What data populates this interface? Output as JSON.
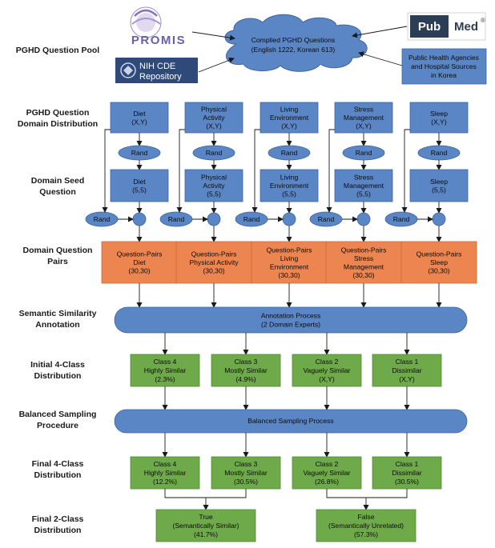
{
  "colors": {
    "blue": "#5b86c5",
    "blue_border": "#3d659e",
    "orange": "#ec8550",
    "orange_border": "#c9693a",
    "green": "#6faa4a",
    "green_border": "#4f8a33",
    "line": "#1a1a1a"
  },
  "section_labels": [
    {
      "id": "pool",
      "lines": [
        "PGHD Question Pool"
      ]
    },
    {
      "id": "distribution",
      "lines": [
        "PGHD Question",
        "Domain Distribution"
      ]
    },
    {
      "id": "seed",
      "lines": [
        "Domain Seed",
        "Question"
      ]
    },
    {
      "id": "pairs",
      "lines": [
        "Domain Question",
        "Pairs"
      ]
    },
    {
      "id": "annotation",
      "lines": [
        "Semantic Similarity",
        "Annotation"
      ]
    },
    {
      "id": "initial",
      "lines": [
        "Initial 4-Class",
        "Distribution"
      ]
    },
    {
      "id": "sampling",
      "lines": [
        "Balanced Sampling",
        "Procedure"
      ]
    },
    {
      "id": "final4",
      "lines": [
        "Final 4-Class",
        "Distribution"
      ]
    },
    {
      "id": "final2",
      "lines": [
        "Final 2-Class",
        "Distribution"
      ]
    }
  ],
  "sources": {
    "promis": "PROMIS",
    "nih_line1": "NIH CDE",
    "nih_line2": "Repository",
    "pubmed_left": "Pub",
    "pubmed_right": "Med",
    "registered": "®",
    "agencies": [
      "Public Health Agencies",
      "and Hospital Sources",
      "in Korea"
    ]
  },
  "cloud": [
    "Complied PGHD Questions",
    "(English 1222, Korean 613)"
  ],
  "rand_label": "Rand",
  "domains": [
    {
      "dist": [
        "Diet",
        "(X,Y)"
      ],
      "seed": [
        "Diet",
        "(5,5)"
      ],
      "pairs": [
        "Question-Pairs",
        "Diet",
        "(30,30)"
      ]
    },
    {
      "dist": [
        "Physical",
        "Activity",
        "(X,Y)"
      ],
      "seed": [
        "Physical",
        "Activity",
        "(5,5)"
      ],
      "pairs": [
        "Question-Pairs",
        "Physical Activity",
        "(30,30)"
      ]
    },
    {
      "dist": [
        "Living",
        "Environment",
        "(X,Y)"
      ],
      "seed": [
        "Living",
        "Environment",
        "(5,5)"
      ],
      "pairs": [
        "Question-Pairs",
        "Living",
        "Environment",
        "(30,30)"
      ]
    },
    {
      "dist": [
        "Stress",
        "Management",
        "(X,Y)"
      ],
      "seed": [
        "Stress",
        "Management",
        "(5,5)"
      ],
      "pairs": [
        "Question-Pairs",
        "Stress",
        "Management",
        "(30,30)"
      ]
    },
    {
      "dist": [
        "Sleep",
        "(X,Y)"
      ],
      "seed": [
        "Sleep",
        "(5,5)"
      ],
      "pairs": [
        "Question-Pairs",
        "Sleep",
        "(30,30)"
      ]
    }
  ],
  "annotation_process": [
    "Annotation Process",
    "(2 Domain Experts)"
  ],
  "initial_classes": [
    [
      "Class 4",
      "Highly Similar",
      "(2.3%)"
    ],
    [
      "Class 3",
      "Mostly Similar",
      "(4.9%)"
    ],
    [
      "Class 2",
      "Vaguely Similar",
      "(X,Y)"
    ],
    [
      "Class 1",
      "Dissimilar",
      "(X,Y)"
    ]
  ],
  "sampling_process": "Balanced Sampling Process",
  "final_classes": [
    [
      "Class 4",
      "Highly Similar",
      "(12.2%)"
    ],
    [
      "Class 3",
      "Mostly Similar",
      "(30.5%)"
    ],
    [
      "Class 2",
      "Vaguely Similar",
      "(26.8%)"
    ],
    [
      "Class 1",
      "Dissimilar",
      "(30.5%)"
    ]
  ],
  "final_binary": [
    [
      "True",
      "(Semantically Similar)",
      "(41.7%)"
    ],
    [
      "False",
      "(Semantically Unrelated)",
      "(57.3%)"
    ]
  ]
}
